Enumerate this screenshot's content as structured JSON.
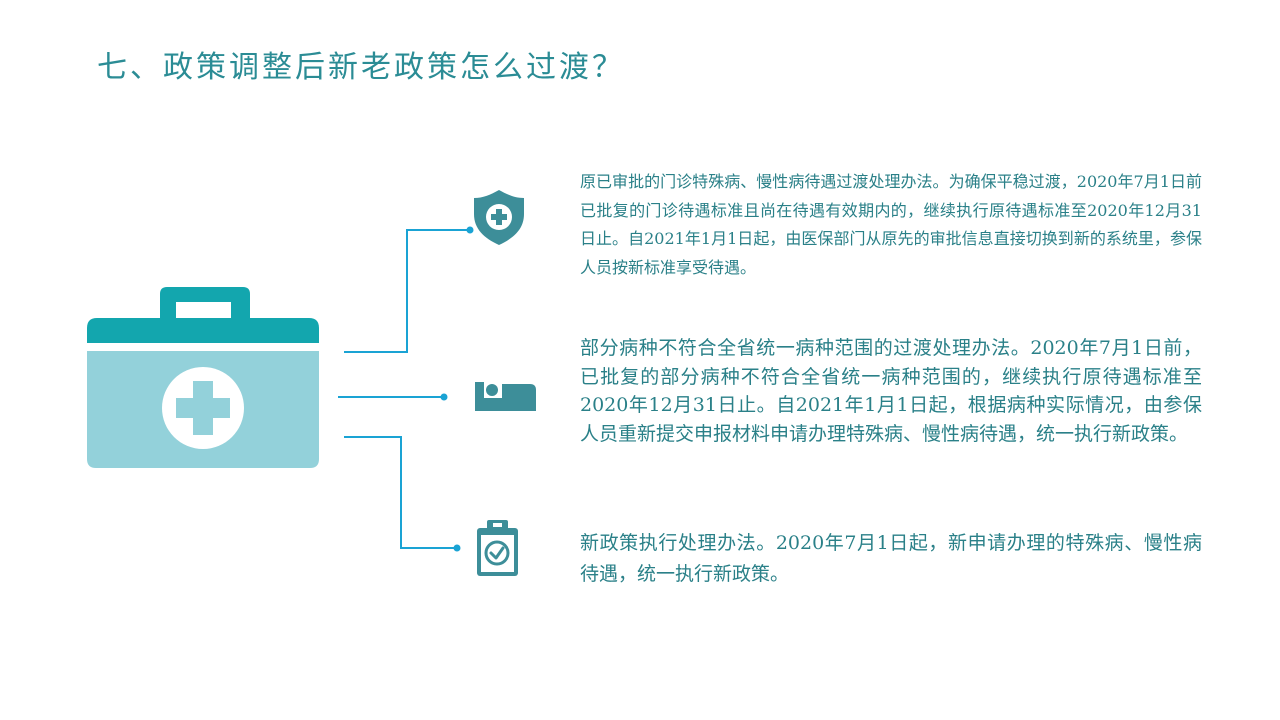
{
  "page": {
    "title": "七、政策调整后新老政策怎么过渡？"
  },
  "colors": {
    "title": "#2b8c95",
    "text": "#2a8088",
    "kit_dark": "#13a6ae",
    "kit_light": "#93d1da",
    "line": "#1aa3d4",
    "icon": "#3d8e99"
  },
  "icons": {
    "main": "medical-kit-icon",
    "item1": "shield-plus-icon",
    "item2": "hospital-bed-icon",
    "item3": "clipboard-check-icon"
  },
  "items": [
    {
      "text": "原已审批的门诊特殊病、慢性病待遇过渡处理办法。为确保平稳过渡，2020年7月1日前已批复的门诊待遇标准且尚在待遇有效期内的，继续执行原待遇标准至2020年12月31日止。自2021年1月1日起，由医保部门从原先的审批信息直接切换到新的系统里，参保人员按新标准享受待遇。"
    },
    {
      "text": "部分病种不符合全省统一病种范围的过渡处理办法。2020年7月1日前，已批复的部分病种不符合全省统一病种范围的，继续执行原待遇标准至2020年12月31日止。自2021年1月1日起，根据病种实际情况，由参保人员重新提交申报材料申请办理特殊病、慢性病待遇，统一执行新政策。"
    },
    {
      "text": "新政策执行处理办法。2020年7月1日起，新申请办理的特殊病、慢性病待遇，统一执行新政策。"
    }
  ]
}
